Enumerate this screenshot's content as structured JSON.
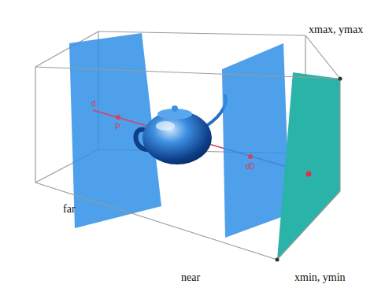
{
  "diagram": {
    "labels": [
      "xmax, ymax",
      "far",
      "near",
      "xmin, ymin",
      "d",
      "P",
      "d0"
    ]
  }
}
